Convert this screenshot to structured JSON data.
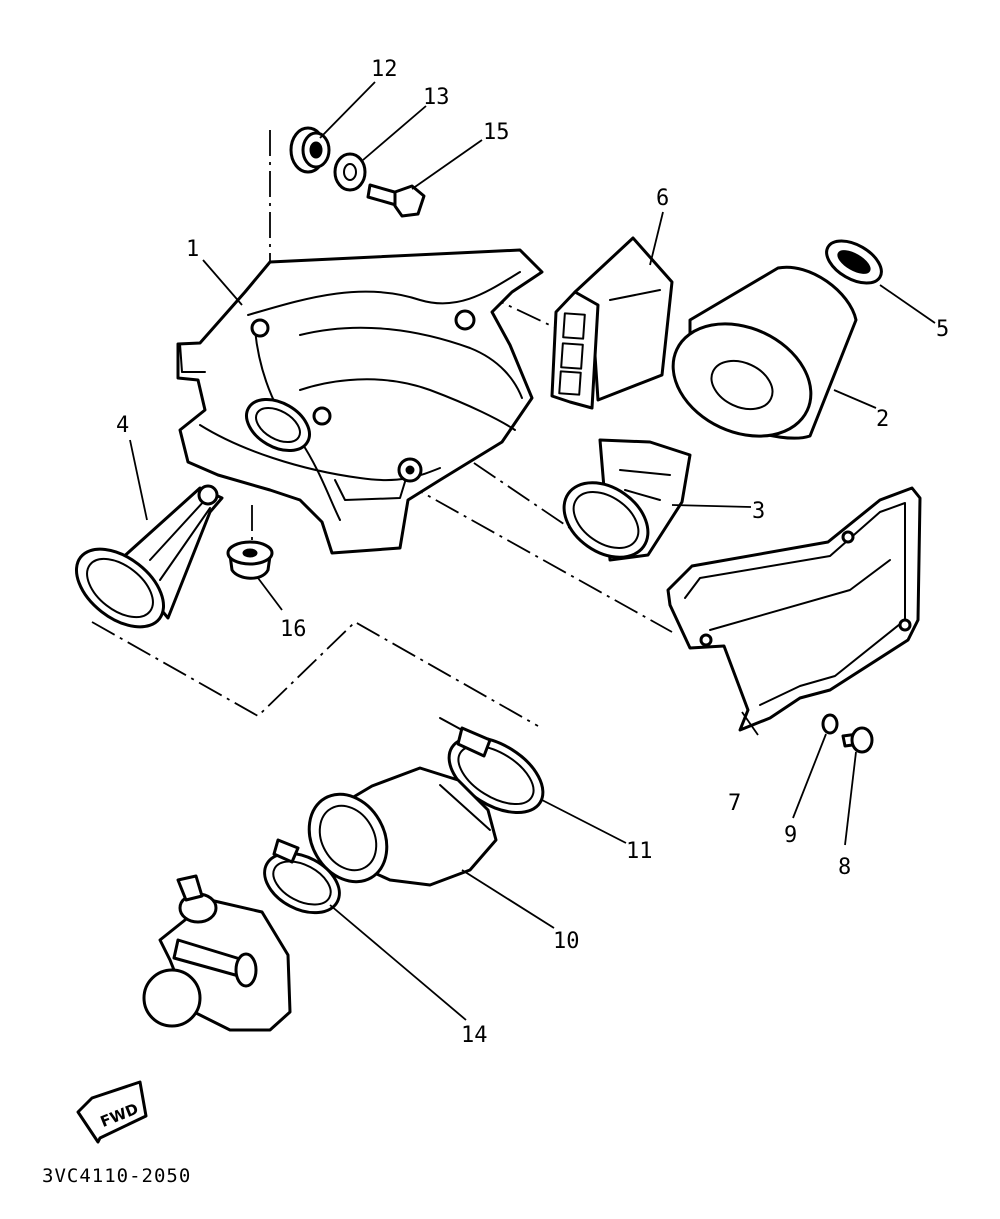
{
  "diagram": {
    "callouts": [
      "1",
      "2",
      "3",
      "4",
      "5",
      "6",
      "7",
      "8",
      "9",
      "10",
      "11",
      "12",
      "13",
      "14",
      "15",
      "16"
    ],
    "direction_label": "FWD",
    "part_code": "3VC4110-2050"
  }
}
